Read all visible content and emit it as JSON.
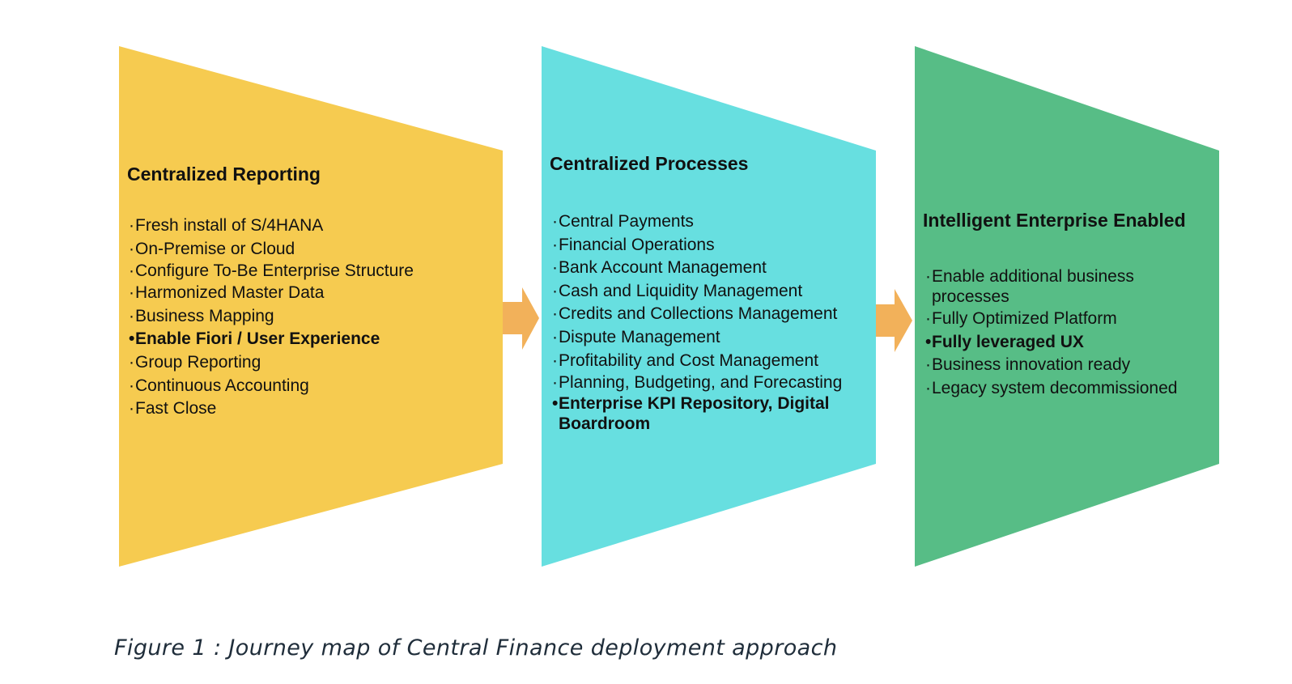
{
  "stages": [
    {
      "title": "Centralized Reporting",
      "color": "#f6cb50",
      "items": [
        {
          "text": "Fresh install of S/4HANA",
          "emphasis": false
        },
        {
          "text": "On-Premise or Cloud",
          "emphasis": false
        },
        {
          "text": "Configure To-Be Enterprise Structure",
          "emphasis": false
        },
        {
          "text": "Harmonized Master Data",
          "emphasis": false
        },
        {
          "text": "Business Mapping",
          "emphasis": false
        },
        {
          "text": "Enable Fiori / User Experience",
          "emphasis": true
        },
        {
          "text": "Group Reporting",
          "emphasis": false
        },
        {
          "text": "Continuous Accounting",
          "emphasis": false
        },
        {
          "text": "Fast Close",
          "emphasis": false
        }
      ]
    },
    {
      "title": "Centralized Processes",
      "color": "#67dfe0",
      "items": [
        {
          "text": "Central Payments",
          "emphasis": false
        },
        {
          "text": "Financial Operations",
          "emphasis": false
        },
        {
          "text": "Bank Account Management",
          "emphasis": false
        },
        {
          "text": "Cash and Liquidity Management",
          "emphasis": false
        },
        {
          "text": "Credits and Collections Management",
          "emphasis": false
        },
        {
          "text": "Dispute Management",
          "emphasis": false
        },
        {
          "text": "Profitability and Cost Management",
          "emphasis": false
        },
        {
          "text": "Planning, Budgeting, and Forecasting",
          "emphasis": false
        },
        {
          "text": "Enterprise KPI Repository, Digital Boardroom",
          "emphasis": true
        }
      ]
    },
    {
      "title": "Intelligent Enterprise Enabled",
      "color": "#57bd86",
      "items": [
        {
          "text": "Enable additional business processes",
          "emphasis": false
        },
        {
          "text": "Fully Optimized Platform",
          "emphasis": false
        },
        {
          "text": "Fully leveraged UX",
          "emphasis": true
        },
        {
          "text": "Business innovation ready",
          "emphasis": false
        },
        {
          "text": "Legacy system decommissioned",
          "emphasis": false
        }
      ]
    }
  ],
  "arrow_color": "#f2b15a",
  "caption": "Figure 1 : Journey map of Central Finance deployment approach"
}
